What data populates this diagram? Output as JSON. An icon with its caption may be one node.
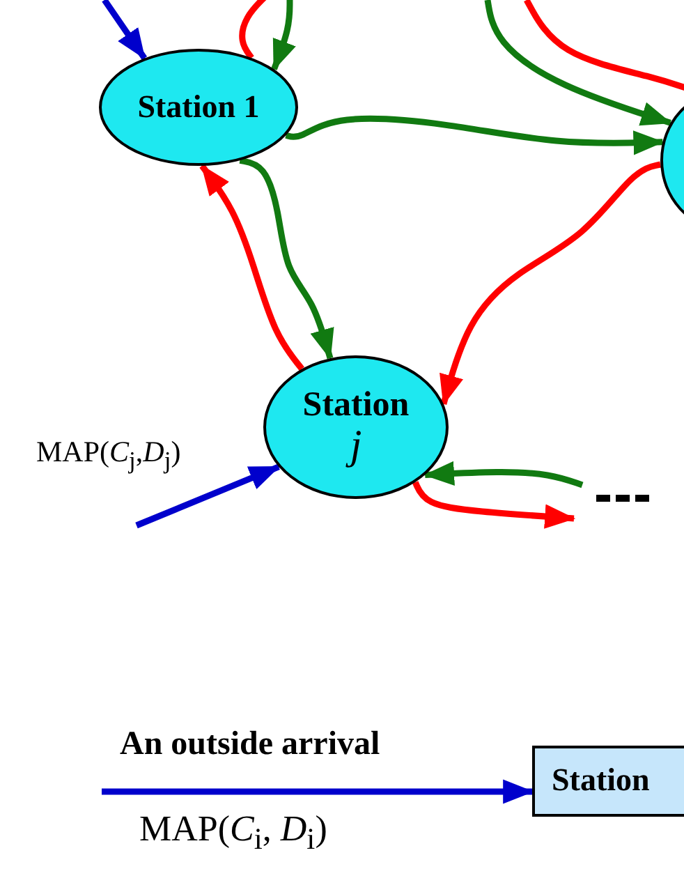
{
  "diagram": {
    "nodes": [
      {
        "text": [
          "Station 1"
        ]
      },
      {
        "text": [],
        "shape": "ellipse"
      },
      {
        "text": [
          "**Station** *j*"
        ]
      },
      {
        "text": [
          "Station"
        ]
      }
    ],
    "edges": [
      {
        "from": null,
        "to": 0,
        "arrow": "to",
        "color": "#0000cc"
      },
      {
        "from": null,
        "to": 0,
        "arrow": "to",
        "color": "#117a11"
      },
      {
        "from": 0,
        "to": null,
        "arrow": "none",
        "color": "#ff0000"
      },
      {
        "from": 0,
        "to": 1,
        "arrow": "to",
        "color": "#117a11"
      },
      {
        "from": null,
        "to": 1,
        "arrow": "to",
        "color": "#117a11"
      },
      {
        "from": null,
        "to": 1,
        "arrow": "none",
        "color": "#ff0000"
      },
      {
        "from": 1,
        "to": 2,
        "arrow": "to",
        "color": "#ff0000"
      },
      {
        "from": 2,
        "to": 0,
        "arrow": "to",
        "color": "#ff0000"
      },
      {
        "from": 0,
        "to": 2,
        "arrow": "to",
        "color": "#117a11"
      },
      {
        "from": null,
        "to": 2,
        "arrow": "to",
        "color": "#117a11"
      },
      {
        "from": 2,
        "to": null,
        "arrow": "to",
        "color": "#ff0000"
      },
      {
        "from": null,
        "to": 2,
        "arrow": "to",
        "color": "#0000cc",
        "label": "MAP(*C*$_{j}$,*D*$_{j}$)"
      },
      {
        "from": null,
        "to": 3,
        "arrow": "to",
        "color": "#0000cc",
        "label": "An outside arrival"
      }
    ],
    "labels": [
      "MAP(*C*$_{i}$, *D*$_{i}$)"
    ]
  }
}
